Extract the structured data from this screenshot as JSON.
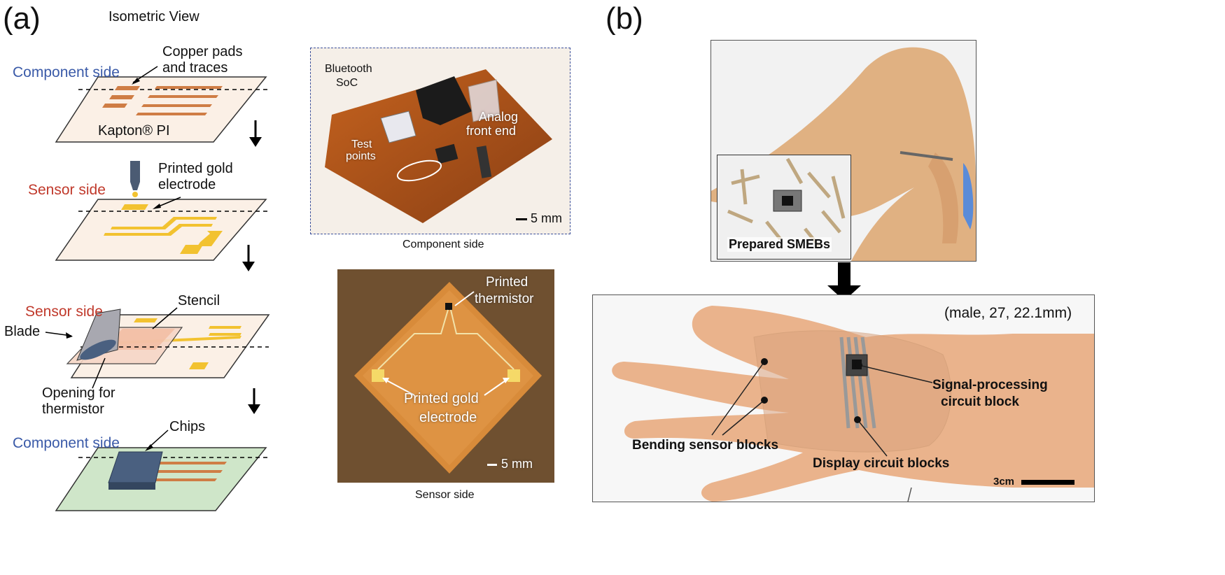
{
  "panel_a": {
    "label": "(a)",
    "title": "Isometric View",
    "step1": {
      "side": "Component side",
      "label_pads": [
        "Copper pads",
        "and traces"
      ],
      "label_substrate": "Kapton® PI"
    },
    "step2": {
      "side": "Sensor side",
      "label": [
        "Printed gold",
        "electrode"
      ]
    },
    "step3": {
      "side": "Sensor side",
      "label_stencil": "Stencil",
      "label_blade": "Blade",
      "label_opening": [
        "Opening for",
        "thermistor"
      ]
    },
    "step4": {
      "side": "Component side",
      "label": "Chips"
    },
    "photo_component": {
      "bluetooth": [
        "Bluetooth",
        "SoC"
      ],
      "analog": [
        "Analog",
        "front end"
      ],
      "test": [
        "Test",
        "points"
      ],
      "scale": "5 mm",
      "caption": "Component side"
    },
    "photo_sensor": {
      "thermistor": [
        "Printed",
        "thermistor"
      ],
      "electrode": [
        "Printed gold",
        "electrode"
      ],
      "scale": "5 mm",
      "caption": "Sensor side"
    }
  },
  "panel_b": {
    "label": "(b)",
    "inset_label": "Prepared SMEBs",
    "subject_info": "(male, 27, 22.1mm)",
    "signal_block": [
      "Signal-processing",
      "circuit block"
    ],
    "bending_blocks": "Bending sensor blocks",
    "display_blocks": "Display circuit blocks",
    "scale": "3cm"
  },
  "colors": {
    "copper": "#cf7d45",
    "gold": "#f2c230",
    "sheet": "#fbf0e6",
    "green_sheet": "#cfe6c9",
    "chip": "#4a6080",
    "component_blue": "#3a5aa8",
    "sensor_red": "#c0392b"
  }
}
